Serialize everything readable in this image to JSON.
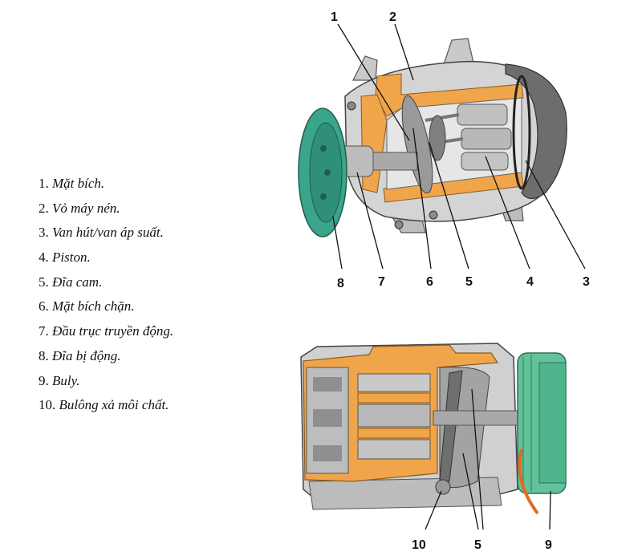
{
  "legend": [
    {
      "num": "1.",
      "text": "Mặt bích."
    },
    {
      "num": "2.",
      "text": "Vỏ máy nén."
    },
    {
      "num": "3.",
      "text": "Van hút/van áp suất."
    },
    {
      "num": "4.",
      "text": "Piston."
    },
    {
      "num": "5.",
      "text": "Đĩa cam."
    },
    {
      "num": "6.",
      "text": "Mặt bích chặn."
    },
    {
      "num": "7.",
      "text": "Đầu trục truyền động."
    },
    {
      "num": "8.",
      "text": "Đĩa bị động."
    },
    {
      "num": "9.",
      "text": "Buly."
    },
    {
      "num": "10.",
      "text": "Bulông xả môi chất."
    }
  ],
  "callouts_top": {
    "c1": "1",
    "c2": "2",
    "c3": "3",
    "c4": "4",
    "c5": "5",
    "c6": "6",
    "c7": "7",
    "c8": "8"
  },
  "callouts_bottom": {
    "c10": "10",
    "c5": "5",
    "c9": "9"
  },
  "colors": {
    "casing": "#d9d9d9",
    "cutaway": "#f0a54a",
    "pulley": "#3aa58a",
    "pulley_bottom": "#62c39b",
    "metal": "#9a9a9a"
  }
}
